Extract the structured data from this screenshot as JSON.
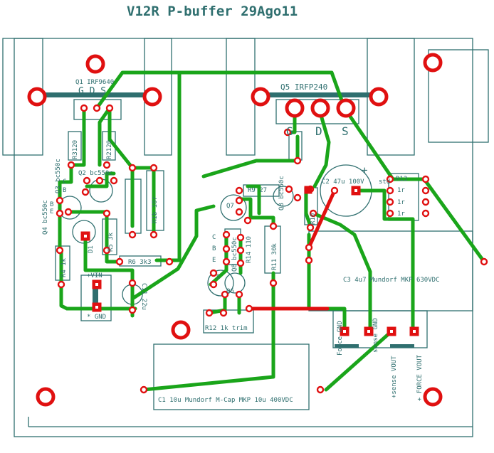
{
  "title": "V12R  P-buffer 29Ago11",
  "labels": {
    "q1": "Q1 IRF9640",
    "q1_pins": "G D S",
    "q5": "Q5 IRFP240",
    "q5_g": "G",
    "q5_d": "D",
    "q5_s": "S",
    "r3": "R3120",
    "r2": "R2120",
    "q3": "Q3 bc550c",
    "q2": "Q2 bc550c",
    "q4": "Q4 bc550c",
    "r1b": "R1b 10r",
    "r9": "R9 27",
    "c2": "C2 47u 100V",
    "std": "std",
    "r13": "R13",
    "one_r": "1r",
    "q8": "Q8 bc550c",
    "r10": "R10",
    "d1": "D1",
    "r5": "R5 3k",
    "r4": "R4 1k",
    "r6": "R6 3k3",
    "q7": "Q7",
    "r11": "R11 30k",
    "q8b": "Q8 bc550c",
    "r14": "R14 110",
    "q6": "Q6",
    "c3": "C3 4u7 Mundorf MKP 630VDC",
    "vin_plus": "+VIN",
    "gnd": "* GND",
    "c11": "C11 22u",
    "r12": "R12 1k trim",
    "force_gnd": "Force GND",
    "sense_gnd": "sense GND",
    "sense_vout": "+sense VOUT",
    "force_vout": "+ FORCE VOUT",
    "c1": "C1 10u Mundorf M-Cap MKP 10u 400VDC",
    "plus": "+",
    "b": "B",
    "c": "C",
    "e": "E",
    "s": "S"
  },
  "colors": {
    "trace": "#1aa51a",
    "trace_alt": "#e01010",
    "pad": "#e01010",
    "outline": "#2f6f6f",
    "background": "#ffffff"
  }
}
